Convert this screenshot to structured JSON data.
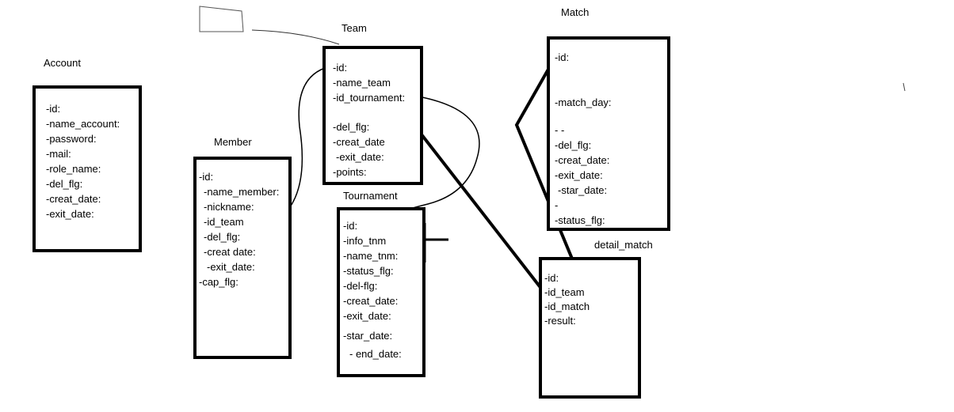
{
  "entities": {
    "account": {
      "title": "Account",
      "fields": [
        "-id:",
        "-name_account:",
        "-password:",
        "-mail:",
        "-role_name:",
        "-del_flg:",
        "-creat_date:",
        "-exit_date:"
      ]
    },
    "member": {
      "title": "Member",
      "fields": [
        "-id:",
        "-name_member:",
        "-nickname:",
        "-id_team",
        "-del_flg:",
        "-creat  date:",
        "-exit_date:",
        "-cap_flg:"
      ]
    },
    "team": {
      "title": "Team",
      "fields": [
        "-id:",
        "-name_team",
        "-id_tournament:",
        "-del_flg:",
        "-creat_date",
        "-exit_date:",
        "-points:"
      ]
    },
    "tournament": {
      "title": "Tournament",
      "fields": [
        "-id:",
        "-info_tnm",
        "-name_tnm:",
        "-status_flg:",
        "-del-flg:",
        "-creat_date:",
        "-exit_date:",
        "-star_date:",
        "- end_date:"
      ]
    },
    "match": {
      "title": "Match",
      "fields": [
        "-id:",
        "-match_day:",
        "-  -",
        "-del_flg:",
        "-creat_date:",
        "-exit_date:",
        "-star_date:",
        "-",
        "-status_flg:"
      ]
    },
    "detail_match": {
      "title": "detail_match",
      "fields": [
        "-id:",
        "-id_team",
        "-id_match",
        "-result:"
      ]
    }
  }
}
